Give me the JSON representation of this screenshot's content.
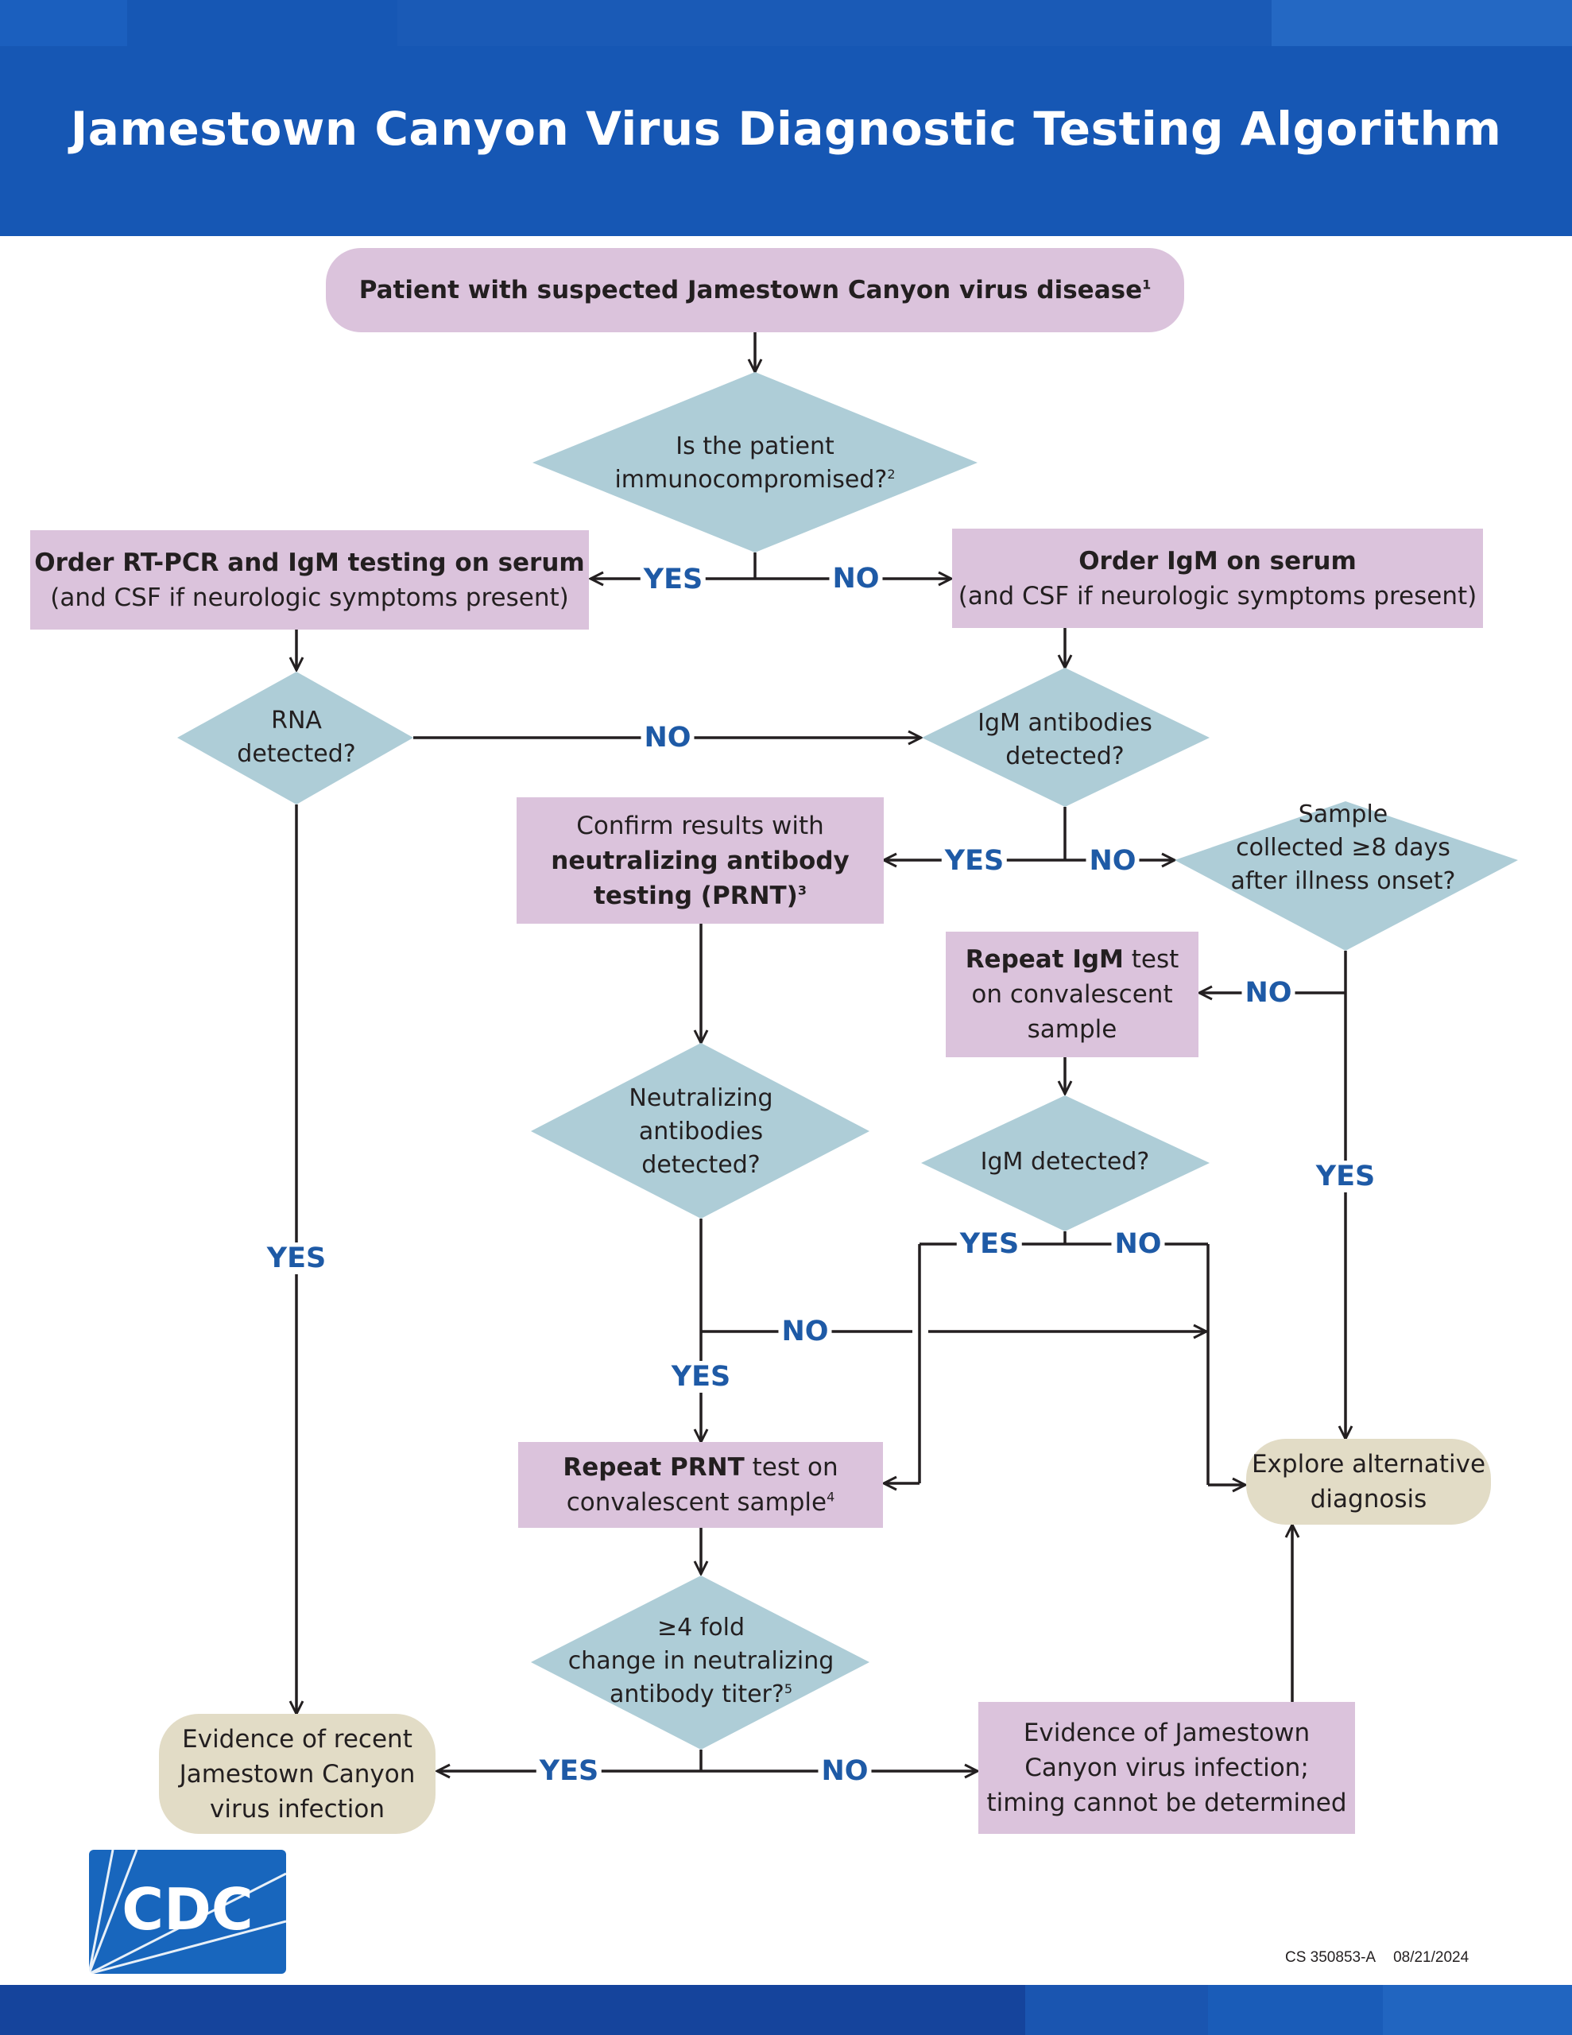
{
  "header": {
    "title": "Jamestown Canyon Virus Diagnostic Testing Algorithm"
  },
  "nodes": {
    "start": {
      "text": "Patient with suspected Jamestown Canyon virus disease",
      "note": "1"
    },
    "immuno": {
      "line1": "Is the patient",
      "line2": "immunocompromised?",
      "note": "2"
    },
    "rtpcr": {
      "bold": "Order RT-PCR and IgM testing on serum",
      "sub": "(and CSF if neurologic symptoms present)"
    },
    "igm_serum": {
      "bold": "Order IgM on serum",
      "sub": "(and CSF if neurologic symptoms present)"
    },
    "rna": {
      "line1": "RNA",
      "line2": "detected?"
    },
    "igm_ab": {
      "line1": "IgM antibodies",
      "line2": "detected?"
    },
    "confirm": {
      "line1": "Confirm results with",
      "line2": "neutralizing antibody",
      "line3": "testing (PRNT)",
      "note": "3"
    },
    "sample": {
      "line1": "Sample",
      "line2": "collected ≥8 days",
      "line3": "after illness onset?"
    },
    "repeat_igm": {
      "bold": "Repeat IgM",
      "rest": " test",
      "line2": "on convalescent",
      "line3": "sample"
    },
    "neut": {
      "line1": "Neutralizing",
      "line2": "antibodies",
      "line3": "detected?"
    },
    "igm_det": {
      "line1": "IgM detected?"
    },
    "repeat_prnt": {
      "bold": "Repeat PRNT",
      "rest": " test on",
      "line2": "convalescent sample",
      "note": "4"
    },
    "explore": {
      "line1": "Explore alternative",
      "line2": "diagnosis"
    },
    "fold": {
      "line1": "≥4 fold",
      "line2": "change in neutralizing",
      "line3": "antibody titer?",
      "note": "5"
    },
    "recent": {
      "line1": "Evidence of recent",
      "line2": "Jamestown Canyon",
      "line3": "virus infection"
    },
    "timing": {
      "line1": "Evidence of Jamestown",
      "line2": "Canyon virus infection;",
      "line3": "timing cannot be determined"
    }
  },
  "labels": {
    "yes": "YES",
    "no": "NO"
  },
  "footer": {
    "code": "CS 350853-A",
    "date": "08/21/2024",
    "logo_text": "CDC"
  },
  "colors": {
    "header_blue": "#1657b4",
    "box_purple": "#dbc3dc",
    "diamond_blue": "#aecdd7",
    "terminal_tan": "#e2dcc6",
    "label_blue": "#1e5aa6",
    "line_dark": "#231f20"
  }
}
